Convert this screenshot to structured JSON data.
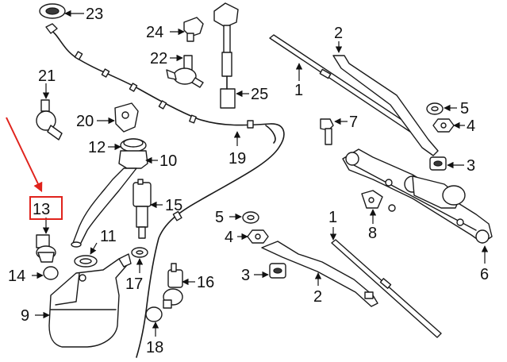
{
  "callouts": [
    {
      "id": "c23",
      "label": "23"
    },
    {
      "id": "c24",
      "label": "24"
    },
    {
      "id": "c22",
      "label": "22"
    },
    {
      "id": "c25",
      "label": "25"
    },
    {
      "id": "c21",
      "label": "21"
    },
    {
      "id": "c20",
      "label": "20"
    },
    {
      "id": "c12",
      "label": "12"
    },
    {
      "id": "c10",
      "label": "10"
    },
    {
      "id": "c19",
      "label": "19"
    },
    {
      "id": "c13",
      "label": "13"
    },
    {
      "id": "c15",
      "label": "15"
    },
    {
      "id": "c11",
      "label": "11"
    },
    {
      "id": "c14",
      "label": "14"
    },
    {
      "id": "c17",
      "label": "17"
    },
    {
      "id": "c16",
      "label": "16"
    },
    {
      "id": "c9",
      "label": "9"
    },
    {
      "id": "c18",
      "label": "18"
    },
    {
      "id": "c2a",
      "label": "2"
    },
    {
      "id": "c1a",
      "label": "1"
    },
    {
      "id": "c5a",
      "label": "5"
    },
    {
      "id": "c4a",
      "label": "4"
    },
    {
      "id": "c7",
      "label": "7"
    },
    {
      "id": "c3a",
      "label": "3"
    },
    {
      "id": "c8",
      "label": "8"
    },
    {
      "id": "c6",
      "label": "6"
    },
    {
      "id": "c1b",
      "label": "1"
    },
    {
      "id": "c5b",
      "label": "5"
    },
    {
      "id": "c4b",
      "label": "4"
    },
    {
      "id": "c3b",
      "label": "3"
    },
    {
      "id": "c2b",
      "label": "2"
    }
  ],
  "highlight": {
    "part": "13",
    "color": "#e0231c"
  }
}
